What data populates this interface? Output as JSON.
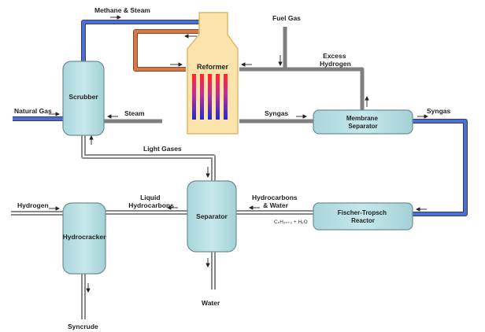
{
  "units": {
    "scrubber": "Scrubber",
    "reformer": "Reformer",
    "membrane_separator": [
      "Membrane",
      "Separator"
    ],
    "separator": "Separator",
    "hydrocracker": "Hydrocracker",
    "fischer_tropsch": [
      "Fischer-Tropsch",
      "Reactor"
    ]
  },
  "streams": {
    "methane_steam": "Methane & Steam",
    "fuel_gas": "Fuel Gas",
    "excess_hydrogen": [
      "Excess",
      "Hydrogen"
    ],
    "natural_gas": "Natural Gas",
    "steam": "Steam",
    "syngas_1": "Syngas",
    "syngas_2": "Syngas",
    "light_gases": "Light Gases",
    "liquid_hydrocarbons": [
      "Liquid",
      "Hydrocarbons"
    ],
    "hydrocarbons_water": [
      "Hydrocarbons",
      "& Water"
    ],
    "hydrogen": "Hydrogen",
    "water": "Water",
    "syncrude": "Syncrude"
  },
  "reaction_formula": "CₙH₂ₙ₊₂ + H₂O",
  "colors": {
    "vessel_fill": "#b7dfe3",
    "vessel_stroke": "#6c8f93",
    "reformer_fill": "#fbe6b0",
    "pipe_gray": "#8c8c8c",
    "pipe_blue": "#4060c8",
    "pipe_orange": "#c26a3c"
  }
}
